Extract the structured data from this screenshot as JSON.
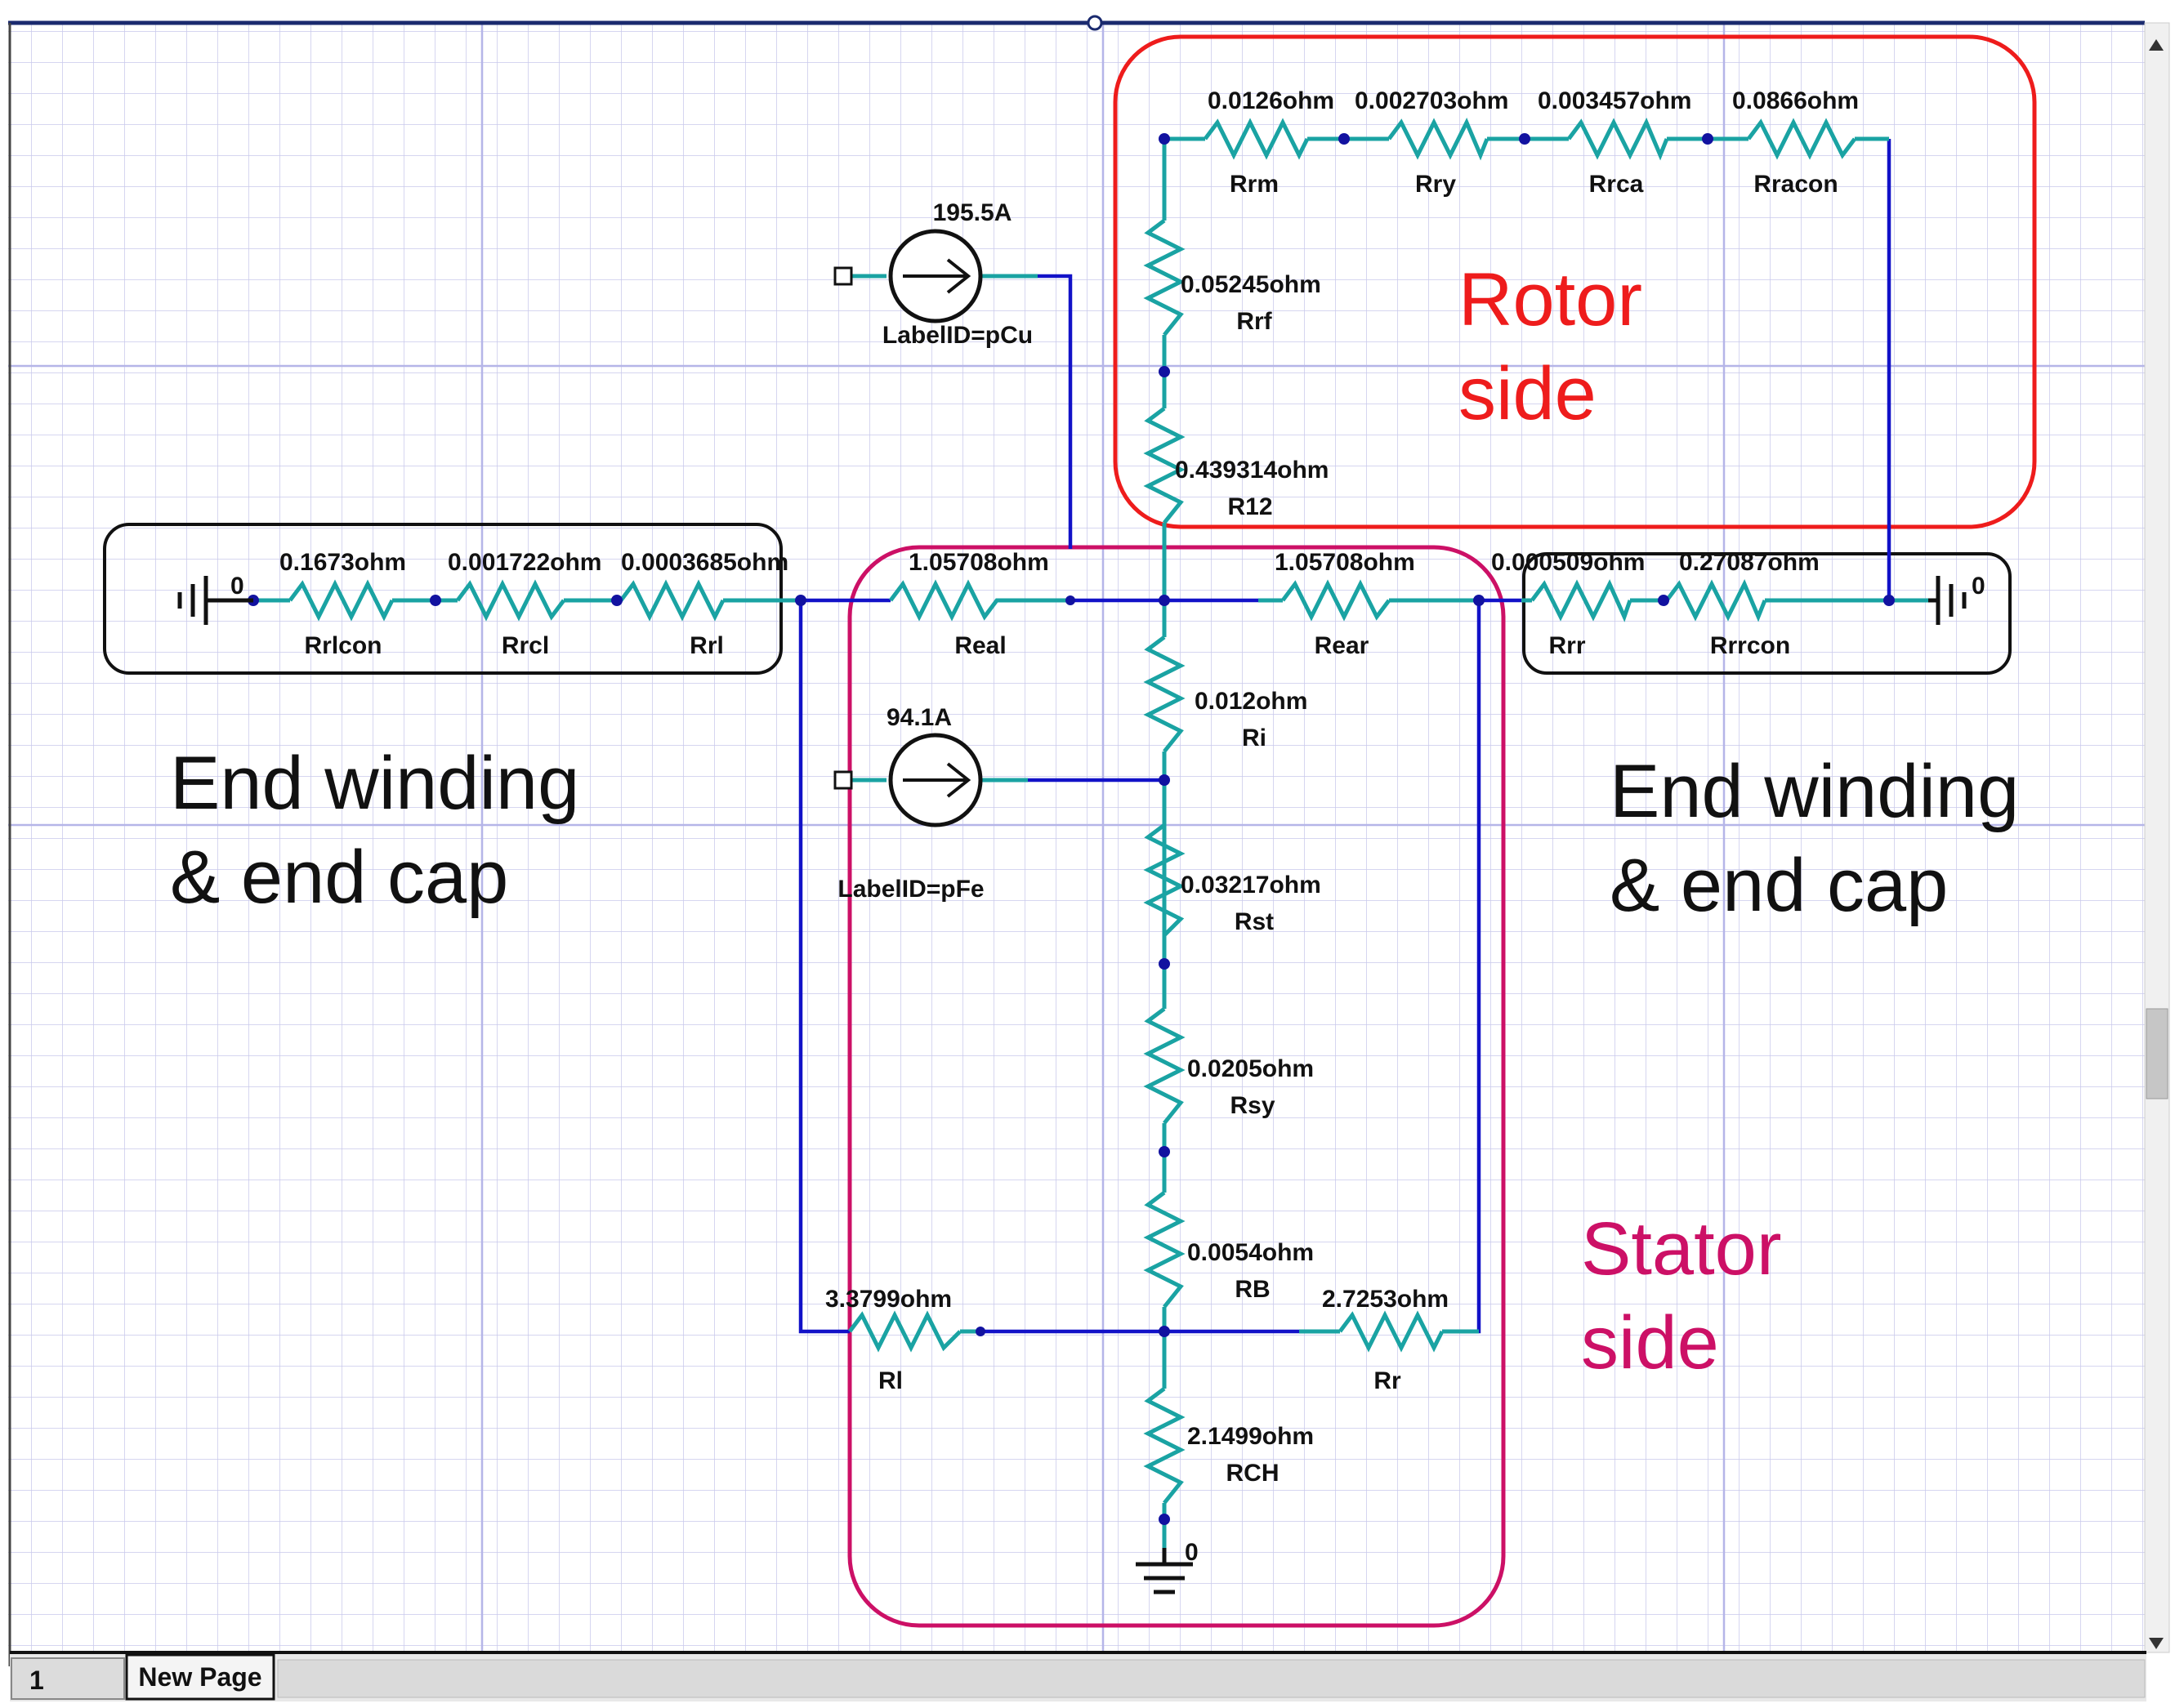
{
  "labels": {
    "end_left_1": "End winding",
    "end_left_2": "& end cap",
    "end_right_1": "End winding",
    "end_right_2": "& end cap",
    "rotor_1": "Rotor",
    "rotor_2": "side",
    "stator_1": "Stator",
    "stator_2": "side"
  },
  "sources": {
    "pcu": {
      "value": "195.5A",
      "label": "LabelID=pCu"
    },
    "pfe": {
      "value": "94.1A",
      "label": "LabelID=pFe"
    }
  },
  "resistors": {
    "rrm": {
      "value": "0.0126ohm",
      "name": "Rrm"
    },
    "rry": {
      "value": "0.002703ohm",
      "name": "Rry"
    },
    "rrca": {
      "value": "0.003457ohm",
      "name": "Rrca"
    },
    "rracon": {
      "value": "0.0866ohm",
      "name": "Rracon"
    },
    "rrf": {
      "value": "0.05245ohm",
      "name": "Rrf"
    },
    "r12": {
      "value": "0.439314ohm",
      "name": "R12"
    },
    "rrlcon": {
      "value": "0.1673ohm",
      "name": "Rrlcon"
    },
    "rrcl": {
      "value": "0.001722ohm",
      "name": "Rrcl"
    },
    "rrl": {
      "value": "0.0003685ohm",
      "name": "Rrl"
    },
    "real": {
      "value": "1.05708ohm",
      "name": "Real"
    },
    "rear": {
      "value": "1.05708ohm",
      "name": "Rear"
    },
    "rrr": {
      "value": "0.000509ohm",
      "name": "Rrr"
    },
    "rrrcon": {
      "value": "0.27087ohm",
      "name": "Rrrcon"
    },
    "ri": {
      "value": "0.012ohm",
      "name": "Ri"
    },
    "rst": {
      "value": "0.03217ohm",
      "name": "Rst"
    },
    "rsy": {
      "value": "0.0205ohm",
      "name": "Rsy"
    },
    "rb": {
      "value": "0.0054ohm",
      "name": "RB"
    },
    "rl": {
      "value": "3.3799ohm",
      "name": "Rl"
    },
    "rr": {
      "value": "2.7253ohm",
      "name": "Rr"
    },
    "rch": {
      "value": "2.1499ohm",
      "name": "RCH"
    }
  },
  "grounds": {
    "left": "0",
    "right": "0",
    "bottom": "0"
  },
  "tabs": {
    "page_number": "1",
    "new_page": "New Page"
  },
  "colors": {
    "rotor": "#ee1c1c",
    "stator": "#cc1066",
    "wire": "#1212c8",
    "resistor": "#1aa3a3"
  }
}
